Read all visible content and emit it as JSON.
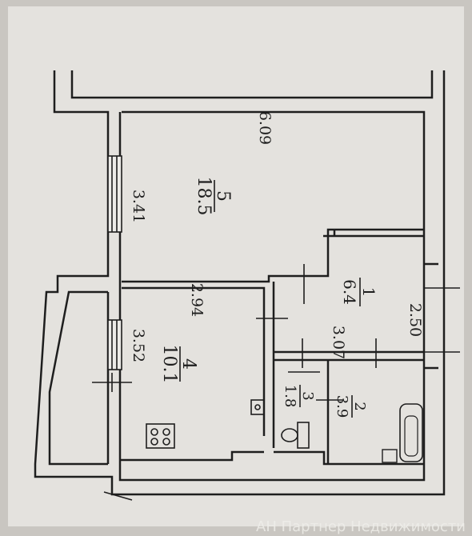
{
  "rooms": [
    {
      "number": "1",
      "area": "6.4"
    },
    {
      "number": "2",
      "area": "3.9"
    },
    {
      "number": "3",
      "area": "1.8"
    },
    {
      "number": "4",
      "area": "10.1"
    },
    {
      "number": "5",
      "area": "18.5"
    }
  ],
  "dimensions": {
    "top_width": "6.09",
    "left_upper": "3.41",
    "left_lower": "3.52",
    "kitchen_width": "2.94",
    "hall_width": "3.07",
    "right_lower": "2.50"
  },
  "watermark": "АН Партнер Недвижимости",
  "colors": {
    "background": "#c9c6c1",
    "paper": "#ecebe8",
    "ink": "#1e1e1e"
  }
}
